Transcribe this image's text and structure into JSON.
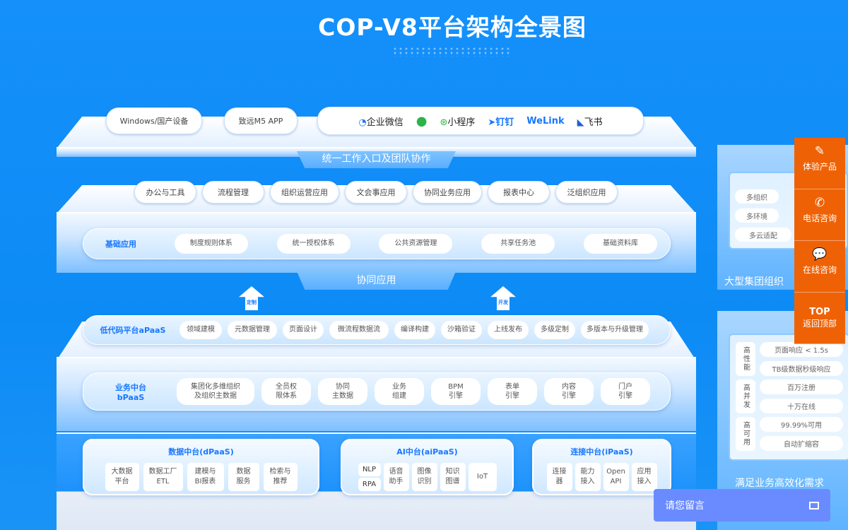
{
  "title": "COP-V8平台架构全景图",
  "entry": {
    "pills": [
      "Windows/国产设备",
      "致远M5 APP"
    ],
    "brands": [
      "企业微信",
      "小程序",
      "钉钉",
      "WeLink",
      "飞书"
    ],
    "label": "统一工作入口及团队协作"
  },
  "collab": {
    "pills": [
      "办公与工具",
      "流程管理",
      "组织运营应用",
      "文会事应用",
      "协同业务应用",
      "报表中心",
      "泛组织应用"
    ],
    "base_label": "基础应用",
    "base_items": [
      "制度规则体系",
      "统一授权体系",
      "公共资源管理",
      "共享任务池",
      "基础资料库"
    ],
    "label": "协同应用"
  },
  "arrows": [
    "定制",
    "开发"
  ],
  "apaas": {
    "label": "低代码平台aPaaS",
    "items": [
      "领域建模",
      "元数据管理",
      "页面设计",
      "微流程数据流",
      "编译构建",
      "沙箱验证",
      "上线发布",
      "多级定制",
      "多版本与升级管理"
    ]
  },
  "bpaas": {
    "label": "业务中台\nbPaaS",
    "items": [
      "集团化多维组织\n及组织主数据",
      "全员权\n限体系",
      "协同\n主数据",
      "业务\n组建",
      "BPM\n引擎",
      "表单\n引擎",
      "内容\n引擎",
      "门户\n引擎"
    ]
  },
  "dpaas": {
    "title": "数据中台(dPaaS)",
    "items": [
      "大数据\n平台",
      "数据工厂\nETL",
      "建模与\nBI报表",
      "数据\n服务",
      "检索与\n推荐"
    ]
  },
  "aipaas": {
    "title": "AI中台(aiPaaS)",
    "stack": [
      "NLP",
      "RPA"
    ],
    "items": [
      "语音\n助手",
      "图像\n识别",
      "知识\n图谱",
      "IoT"
    ]
  },
  "ipaas": {
    "title": "连接中台(iPaaS)",
    "items": [
      "连接\n器",
      "能力\n接入",
      "Open\nAPI",
      "应用\n接入"
    ]
  },
  "right_top": {
    "pills": [
      "多组织",
      "多环境",
      "多云适配"
    ],
    "label": "大型集团组织"
  },
  "right_bottom": {
    "groups": [
      {
        "name": "高性能",
        "items": [
          "页面响应 < 1.5s",
          "TB级数据秒级响应"
        ]
      },
      {
        "name": "高并发",
        "items": [
          "百万注册",
          "十万在线"
        ]
      },
      {
        "name": "高可用",
        "items": [
          "99.99%可用",
          "自动扩缩容"
        ]
      }
    ],
    "label": "满足业务高效化需求"
  },
  "sidebar": [
    {
      "icon": "edit-icon",
      "label": "体验产品"
    },
    {
      "icon": "phone-24-icon",
      "label": "电话咨询"
    },
    {
      "icon": "chat-icon",
      "label": "在线咨询"
    },
    {
      "icon": "top-icon",
      "label": "返回顶部",
      "badge": "TOP"
    }
  ],
  "message": {
    "label": "请您留言"
  }
}
